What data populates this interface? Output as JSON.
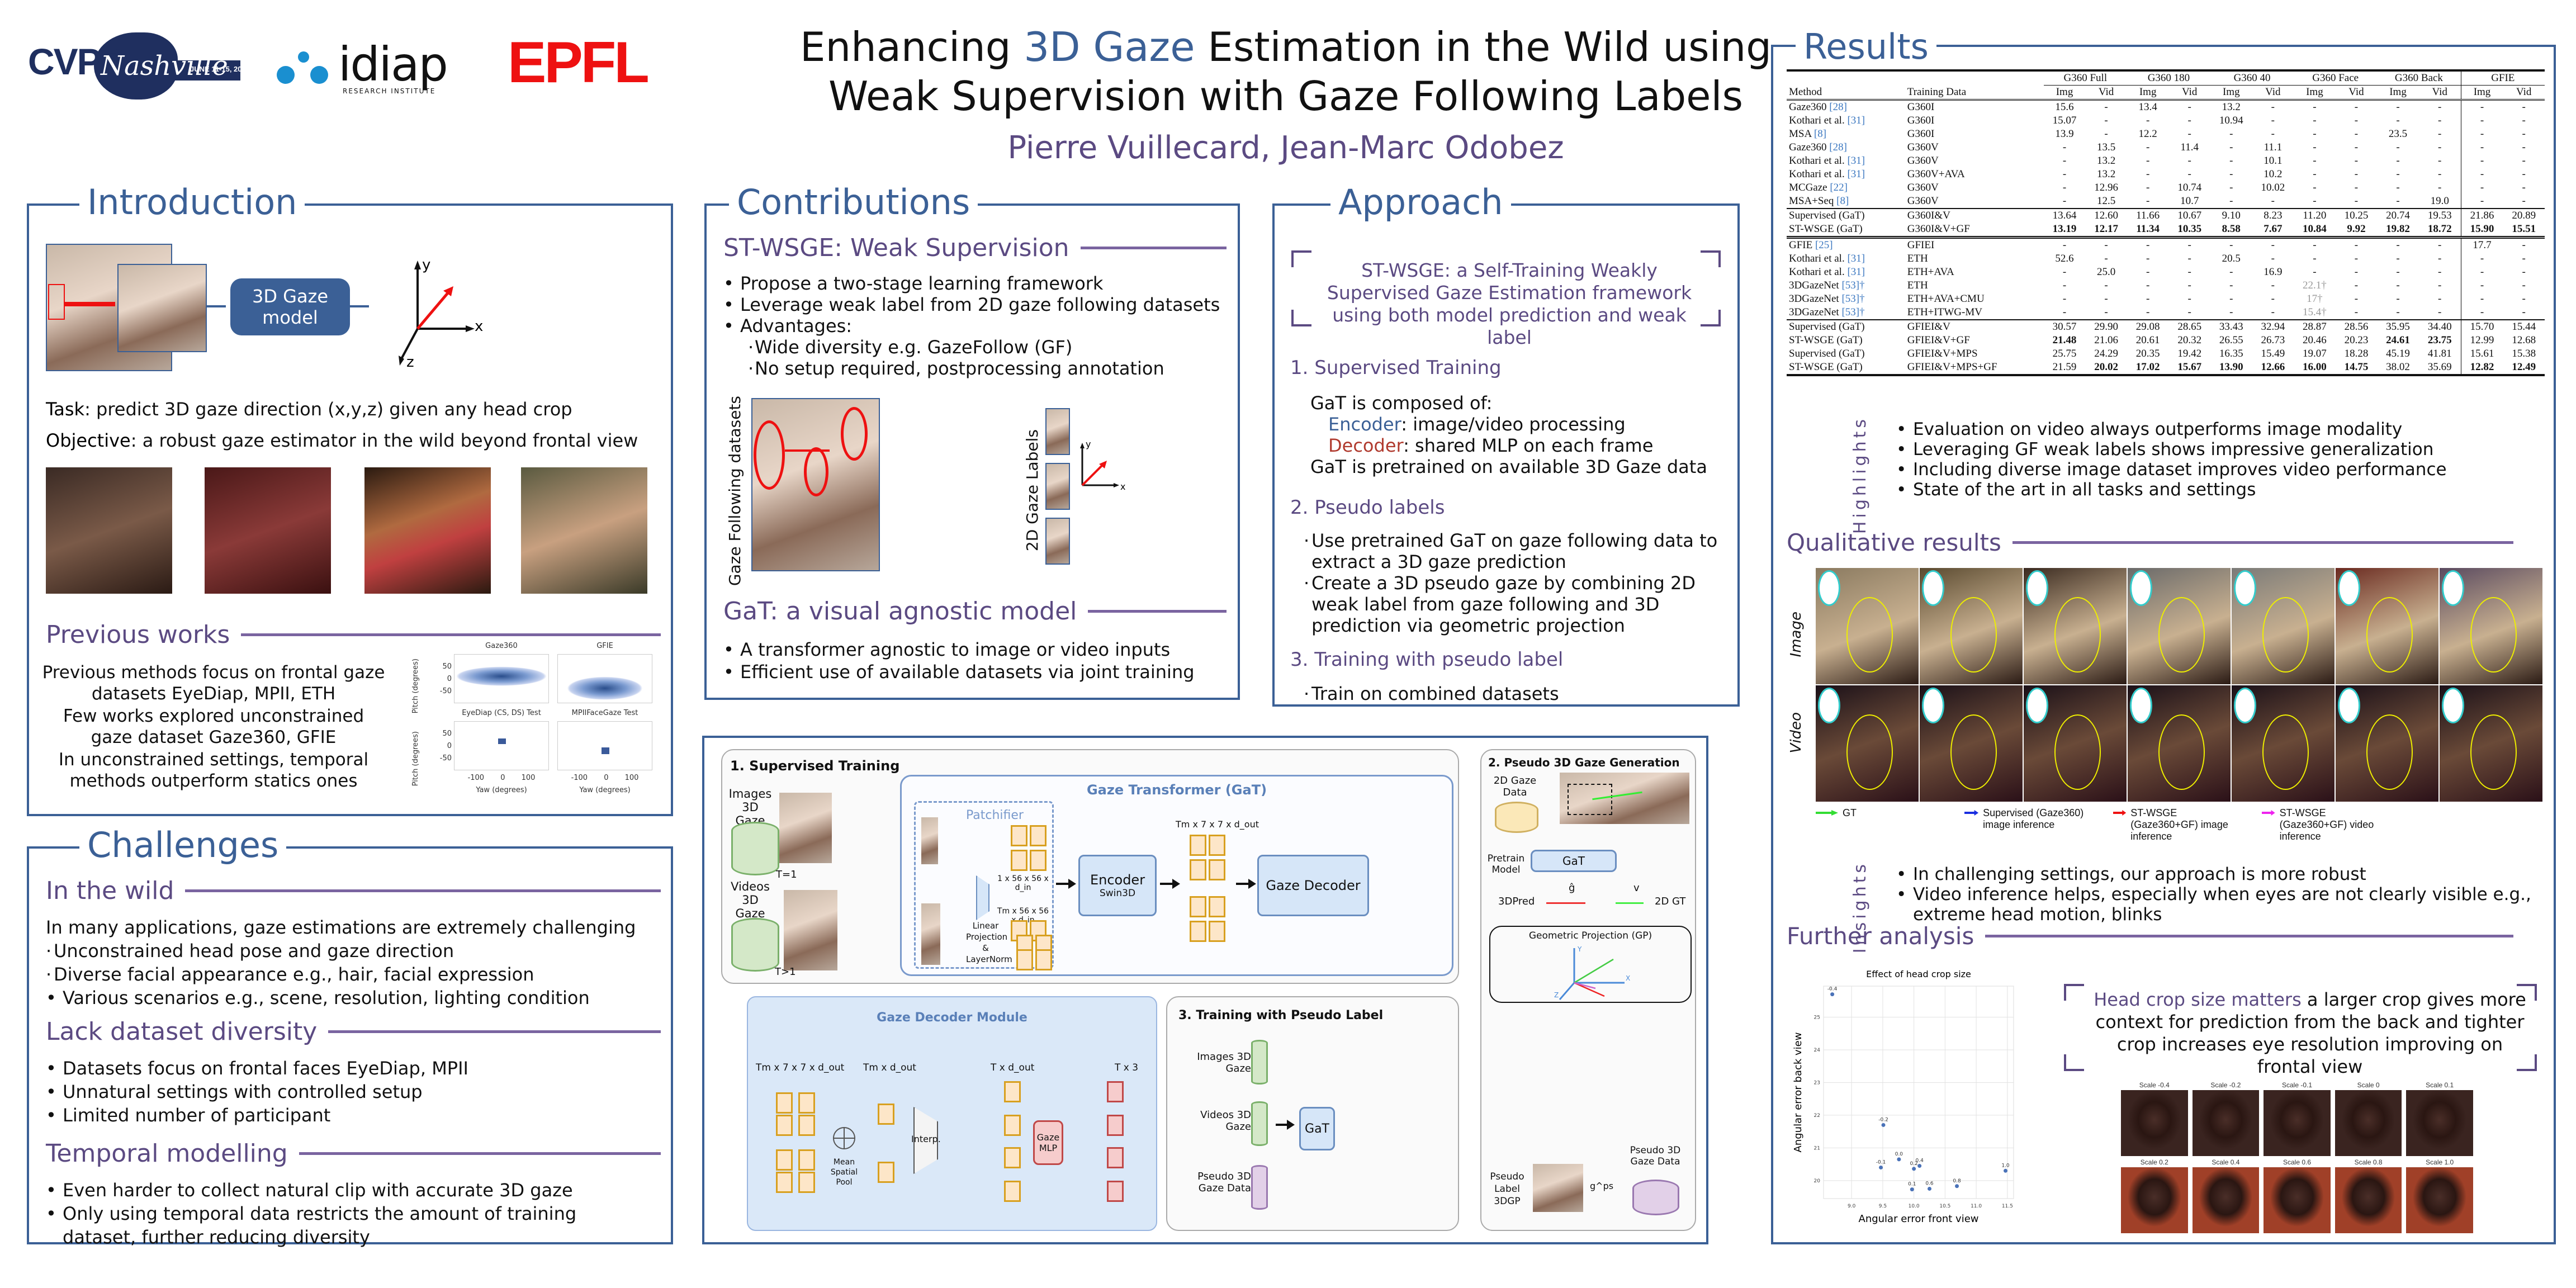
{
  "header": {
    "logos": {
      "cvpr": "CVPR",
      "cvpr_city": "Nashville",
      "cvpr_dates": "JUNE 11-15, 2025",
      "idiap": "idiap",
      "idiap_sub": "RESEARCH INSTITUTE",
      "epfl": "EPFL"
    },
    "title_pre": "Enhancing ",
    "title_highlight": "3D Gaze",
    "title_post": " Estimation in the Wild using",
    "title_line2": "Weak Supervision with Gaze Following Labels",
    "authors": "Pierre Vuillecard, Jean-Marc Odobez"
  },
  "introduction": {
    "title": "Introduction",
    "model_label": "3D Gaze model",
    "axes": {
      "x": "x",
      "y": "y",
      "z": "z"
    },
    "task_label": "Task",
    "task_text": ": predict 3D gaze direction (x,y,z) given any head crop",
    "objective_label": "Objective",
    "objective_text": ": a robust gaze estimator in the wild beyond frontal view",
    "previous_works": {
      "title": "Previous works",
      "bullets": [
        "Previous methods focus on frontal gaze datasets EyeDiap, MPII, ETH",
        "Few works explored unconstrained gaze dataset Gaze360, GFIE",
        "In unconstrained settings, temporal methods outperform statics ones"
      ],
      "plots": {
        "titles": [
          "Gaze360",
          "GFIE",
          "EyeDiap (CS, DS) Test",
          "MPIIFaceGaze Test"
        ],
        "ylabel": "Pitch (degrees)",
        "xlabel": "Yaw (degrees)",
        "yticks": [
          "50",
          "0",
          "-50"
        ],
        "xticks": [
          "-100",
          "0",
          "100"
        ]
      }
    }
  },
  "challenges": {
    "title": "Challenges",
    "sections": [
      {
        "heading": "In the wild",
        "intro": "In many applications, gaze estimations are extremely challenging",
        "bullets": [
          "Unconstrained head pose and gaze direction",
          "Diverse facial appearance e.g., hair, facial expression",
          "Various scenarios e.g., scene, resolution, lighting condition"
        ]
      },
      {
        "heading": "Lack dataset diversity",
        "bullets": [
          "Datasets focus on frontal faces EyeDiap, MPII",
          "Unnatural settings with controlled setup",
          "Limited number of participant"
        ]
      },
      {
        "heading": "Temporal modelling",
        "bullets": [
          "Even harder to collect natural clip with accurate 3D gaze",
          "Only using temporal data restricts the amount of training dataset, further reducing diversity"
        ]
      }
    ]
  },
  "contributions": {
    "title": "Contributions",
    "weak": {
      "heading": "ST-WSGE: Weak Supervision",
      "bullets": [
        "Propose a two-stage learning framework",
        "Leverage weak label from 2D gaze following datasets",
        "Advantages:"
      ],
      "sub_bullets": [
        "Wide diversity e.g. GazeFollow (GF)",
        "No setup required, postprocessing annotation"
      ],
      "fig_left_label": "Gaze Following datasets",
      "fig_right_label": "2D Gaze Labels",
      "axes": {
        "x": "x",
        "y": "y"
      }
    },
    "gat": {
      "heading": "GaT: a visual agnostic model",
      "bullets": [
        "A transformer agnostic to image or video inputs",
        "Efficient use of available datasets via joint training"
      ]
    }
  },
  "approach": {
    "title": "Approach",
    "summary": "ST-WSGE: a Self-Training Weakly Supervised Gaze Estimation framework using both model prediction and weak label",
    "steps": [
      {
        "heading": "1. Supervised Training"
      },
      {
        "heading": "2. Pseudo labels",
        "bullets": [
          "Use pretrained GaT on gaze following data to extract a 3D gaze prediction",
          "Create a 3D pseudo gaze by combining 2D weak label from gaze following and 3D prediction via geometric projection"
        ]
      },
      {
        "heading": "3. Training with pseudo label",
        "bullets": [
          "Train on combined datasets"
        ]
      }
    ],
    "step1": {
      "composed": "GaT is composed of:",
      "encoder_label": "Encoder",
      "encoder_text": ": image/video processing",
      "decoder_label": "Decoder",
      "decoder_text": ": shared MLP on each frame",
      "pretrained": "GaT is pretrained on available 3D Gaze data"
    }
  },
  "diagram": {
    "supervised": {
      "title": "1. Supervised Training",
      "images_label": "Images 3D Gaze",
      "videos_label": "Videos 3D Gaze",
      "t1": "T=1",
      "tgt1": "T>1",
      "gat_title": "Gaze Transformer (GaT)",
      "patchifier": "Patchifier",
      "linear": "Linear Projection & LayerNorm",
      "dim_img": "1 x 56 x 56 x d_in",
      "dim_vid": "Tm x 56 x 56 x d_in",
      "dim_enc": "Tm x 7 x 7 x d_out",
      "encoder": "Encoder",
      "encoder_sub": "Swin3D",
      "decoder": "Gaze Decoder"
    },
    "decoder_module": {
      "title": "Gaze Decoder Module",
      "dims": [
        "Tm x 7 x 7 x d_out",
        "Tm x d_out",
        "T x d_out",
        "T x 3"
      ],
      "pool": "Mean Spatial Pool",
      "interp": "Interp.",
      "mlp": "Gaze MLP"
    },
    "pseudo_training": {
      "title": "3. Training with Pseudo Label",
      "datasets": [
        "Images 3D Gaze",
        "Videos 3D Gaze",
        "Pseudo 3D Gaze Data"
      ],
      "model": "GaT"
    },
    "pseudo_gen": {
      "title": "2. Pseudo 3D Gaze Generation",
      "data_2d": "2D Gaze Data",
      "pretrain": "Pretrain Model",
      "gat": "GaT",
      "g_hat": "ĝ",
      "v": "v",
      "pred_3d": "3DPred",
      "gt_2d": "2D GT",
      "gp": "Geometric Projection (GP)",
      "axes": {
        "x": "X",
        "y": "Y",
        "z": "Z"
      },
      "gps": "g^ps",
      "pseudo_label": "Pseudo Label 3DGP",
      "pseudo_data": "Pseudo 3D Gaze Data"
    }
  },
  "results": {
    "title": "Results",
    "table": {
      "groups": [
        "G360 Full",
        "G360 180",
        "G360 40",
        "G360 Face",
        "G360 Back",
        "GFIE"
      ],
      "col_method": "Method",
      "col_data": "Training Data",
      "sub": [
        "Img",
        "Vid"
      ],
      "block1": [
        {
          "m": "Gaze360 ",
          "c": "[28]",
          "d": "G360I",
          "v": [
            "15.6",
            "-",
            "13.4",
            "-",
            "13.2",
            "-",
            "-",
            "-",
            "-",
            "-",
            "-",
            "-"
          ]
        },
        {
          "m": "Kothari et al. ",
          "c": "[31]",
          "d": "G360I",
          "v": [
            "15.07",
            "-",
            "-",
            "-",
            "10.94",
            "-",
            "-",
            "-",
            "-",
            "-",
            "-",
            "-"
          ]
        },
        {
          "m": "MSA ",
          "c": "[8]",
          "d": "G360I",
          "v": [
            "13.9",
            "-",
            "12.2",
            "-",
            "-",
            "-",
            "-",
            "-",
            "23.5",
            "-",
            "-",
            "-"
          ]
        },
        {
          "m": "Gaze360 ",
          "c": "[28]",
          "d": "G360V",
          "v": [
            "-",
            "13.5",
            "-",
            "11.4",
            "-",
            "11.1",
            "-",
            "-",
            "-",
            "-",
            "-",
            "-"
          ]
        },
        {
          "m": "Kothari et al. ",
          "c": "[31]",
          "d": "G360V",
          "v": [
            "-",
            "13.2",
            "-",
            "-",
            "-",
            "10.1",
            "-",
            "-",
            "-",
            "-",
            "-",
            "-"
          ]
        },
        {
          "m": "Kothari et al. ",
          "c": "[31]",
          "d": "G360V+AVA",
          "v": [
            "-",
            "13.2",
            "-",
            "-",
            "-",
            "10.2",
            "-",
            "-",
            "-",
            "-",
            "-",
            "-"
          ]
        },
        {
          "m": "MCGaze ",
          "c": "[22]",
          "d": "G360V",
          "v": [
            "-",
            "12.96",
            "-",
            "10.74",
            "-",
            "10.02",
            "-",
            "-",
            "-",
            "-",
            "-",
            "-"
          ]
        },
        {
          "m": "MSA+Seq ",
          "c": "[8]",
          "d": "G360V",
          "v": [
            "-",
            "12.5",
            "-",
            "10.7",
            "-",
            "-",
            "-",
            "-",
            "-",
            "19.0",
            "-",
            "-"
          ]
        }
      ],
      "block1_ours": [
        {
          "m": "Supervised (GaT)",
          "d": "G360I&V",
          "bold": false,
          "v": [
            "13.64",
            "12.60",
            "11.66",
            "10.67",
            "9.10",
            "8.23",
            "11.20",
            "10.25",
            "20.74",
            "19.53",
            "21.86",
            "20.89"
          ]
        },
        {
          "m": "ST-WSGE (GaT)",
          "d": "G360I&V+GF",
          "bold": true,
          "v": [
            "13.19",
            "12.17",
            "11.34",
            "10.35",
            "8.58",
            "7.67",
            "10.84",
            "9.92",
            "19.82",
            "18.72",
            "15.90",
            "15.51"
          ]
        }
      ],
      "block2": [
        {
          "m": "GFIE ",
          "c": "[25]",
          "d": "GFIEI",
          "v": [
            "-",
            "-",
            "-",
            "-",
            "-",
            "-",
            "-",
            "-",
            "-",
            "-",
            "17.7",
            "-"
          ]
        },
        {
          "m": "Kothari et al. ",
          "c": "[31]",
          "d": "ETH",
          "v": [
            "52.6",
            "-",
            "-",
            "-",
            "20.5",
            "-",
            "-",
            "-",
            "-",
            "-",
            "-",
            "-"
          ]
        },
        {
          "m": "Kothari et al. ",
          "c": "[31]",
          "d": "ETH+AVA",
          "v": [
            "-",
            "25.0",
            "-",
            "-",
            "-",
            "16.9",
            "-",
            "-",
            "-",
            "-",
            "-",
            "-"
          ]
        },
        {
          "m": "3DGazeNet ",
          "c": "[53]†",
          "d": "ETH",
          "v": [
            "-",
            "-",
            "-",
            "-",
            "-",
            "-",
            "22.1†",
            "-",
            "-",
            "-",
            "-",
            "-"
          ]
        },
        {
          "m": "3DGazeNet ",
          "c": "[53]†",
          "d": "ETH+AVA+CMU",
          "v": [
            "-",
            "-",
            "-",
            "-",
            "-",
            "-",
            "17†",
            "-",
            "-",
            "-",
            "-",
            "-"
          ]
        },
        {
          "m": "3DGazeNet ",
          "c": "[53]†",
          "d": "ETH+ITWG-MV",
          "v": [
            "-",
            "-",
            "-",
            "-",
            "-",
            "-",
            "15.4†",
            "-",
            "-",
            "-",
            "-",
            "-"
          ]
        }
      ],
      "block2_ours": [
        {
          "m": "Supervised (GaT)",
          "d": "GFIEI&V",
          "v": [
            "30.57",
            "29.90",
            "29.08",
            "28.65",
            "33.43",
            "32.94",
            "28.87",
            "28.56",
            "35.95",
            "34.40",
            "15.70",
            "15.44"
          ],
          "boldmask": [
            0,
            0,
            0,
            0,
            0,
            0,
            0,
            0,
            0,
            0,
            0,
            0
          ]
        },
        {
          "m": "ST-WSGE (GaT)",
          "d": "GFIEI&V+GF",
          "v": [
            "21.48",
            "21.06",
            "20.61",
            "20.32",
            "26.55",
            "26.73",
            "20.46",
            "20.23",
            "24.61",
            "23.75",
            "12.99",
            "12.68"
          ],
          "boldmask": [
            1,
            0,
            0,
            0,
            0,
            0,
            0,
            0,
            1,
            1,
            0,
            0
          ]
        },
        {
          "m": "Supervised (GaT)",
          "d": "GFIEI&V+MPS",
          "v": [
            "25.75",
            "24.29",
            "20.35",
            "19.42",
            "16.35",
            "15.49",
            "19.07",
            "18.28",
            "45.19",
            "41.81",
            "15.61",
            "15.38"
          ],
          "boldmask": [
            0,
            0,
            0,
            0,
            0,
            0,
            0,
            0,
            0,
            0,
            0,
            0
          ]
        },
        {
          "m": "ST-WSGE (GaT)",
          "d": "GFIEI&V+MPS+GF",
          "v": [
            "21.59",
            "20.02",
            "17.02",
            "15.67",
            "13.90",
            "12.66",
            "16.00",
            "14.75",
            "38.02",
            "35.69",
            "12.82",
            "12.49"
          ],
          "boldmask": [
            0,
            1,
            1,
            1,
            1,
            1,
            1,
            1,
            0,
            0,
            1,
            1
          ]
        }
      ]
    },
    "highlights": {
      "label": "Highlights",
      "bullets": [
        "Evaluation on video always outperforms image modality",
        "Leveraging GF weak labels shows impressive generalization",
        "Including diverse image dataset improves video performance",
        "State of the art in all tasks and settings"
      ]
    },
    "qualitative": {
      "title": "Qualitative results",
      "row_labels": [
        "Image",
        "Video"
      ],
      "legend": [
        {
          "label": "GT",
          "color": "#33dd33"
        },
        {
          "label": "Supervised (Gaze360) image inference",
          "color": "#1a2ee0"
        },
        {
          "label": "ST-WSGE (Gaze360+GF) image inference",
          "color": "#ee1111"
        },
        {
          "label": "ST-WSGE (Gaze360+GF) video inference",
          "color": "#ee22ee"
        }
      ]
    },
    "insights": {
      "label": "Insights",
      "bullets": [
        "In challenging settings, our approach is more robust",
        "Video inference helps, especially when eyes are not clearly visible e.g., extreme head motion, blinks"
      ]
    },
    "further": {
      "title": "Further analysis",
      "callout_highlight": "Head crop size matters",
      "callout_text": " a larger crop gives more context for prediction from the back and tighter crop increases eye resolution improving on frontal view",
      "scales": [
        "Scale -0.4",
        "Scale -0.2",
        "Scale -0.1",
        "Scale 0",
        "Scale 0.1",
        "Scale 0.2",
        "Scale 0.4",
        "Scale 0.6",
        "Scale 0.8",
        "Scale 1.0"
      ]
    }
  },
  "chart_data": {
    "type": "scatter",
    "title": "Effect of head crop size",
    "xlabel": "Angular error front view",
    "ylabel": "Angular error back view",
    "xlim": [
      8.55,
      11.6
    ],
    "ylim": [
      19.45,
      25.95
    ],
    "xticks": [
      9.0,
      9.5,
      10.0,
      10.5,
      11.0,
      11.5
    ],
    "yticks": [
      20,
      21,
      22,
      23,
      24,
      25
    ],
    "grid": true,
    "points": [
      {
        "label": "-0.4",
        "x": 8.69,
        "y": 25.7
      },
      {
        "label": "-0.2",
        "x": 9.51,
        "y": 21.7
      },
      {
        "label": "-0.1",
        "x": 9.47,
        "y": 20.4
      },
      {
        "label": "0.0",
        "x": 9.76,
        "y": 20.65
      },
      {
        "label": "0.1",
        "x": 9.97,
        "y": 19.73
      },
      {
        "label": "0.2",
        "x": 10.0,
        "y": 20.36
      },
      {
        "label": "0.4",
        "x": 10.09,
        "y": 20.45
      },
      {
        "label": "0.6",
        "x": 10.25,
        "y": 19.75
      },
      {
        "label": "0.8",
        "x": 10.69,
        "y": 19.83
      },
      {
        "label": "1.0",
        "x": 11.47,
        "y": 20.3
      }
    ]
  }
}
